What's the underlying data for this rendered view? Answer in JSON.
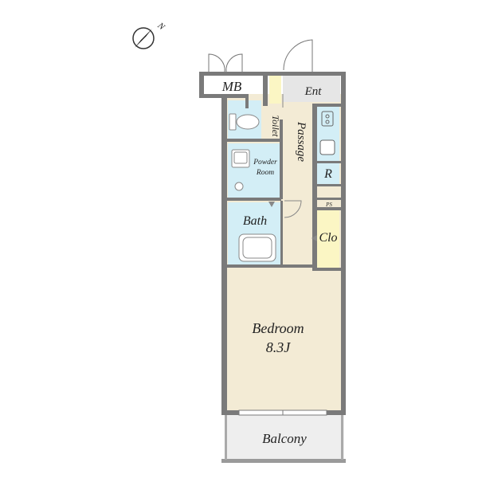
{
  "compass": {
    "label": "N"
  },
  "rooms": {
    "mb": "MB",
    "ent": "Ent",
    "toilet": "Toilet",
    "passage": "Passage",
    "powder_room_line1": "Powder",
    "powder_room_line2": "Room",
    "refrigerator": "R",
    "pipe_space": "PS",
    "bath": "Bath",
    "closet": "Clo",
    "bedroom": "Bedroom",
    "bedroom_size": "8.3J",
    "balcony": "Balcony"
  },
  "colors": {
    "wall": "#7a7a7a",
    "floor": "#f3ebd5",
    "wet_area": "#d3eef6",
    "closet": "#fbf6c4",
    "entrance": "#e6e6e6",
    "balcony": "#eeeeee"
  }
}
